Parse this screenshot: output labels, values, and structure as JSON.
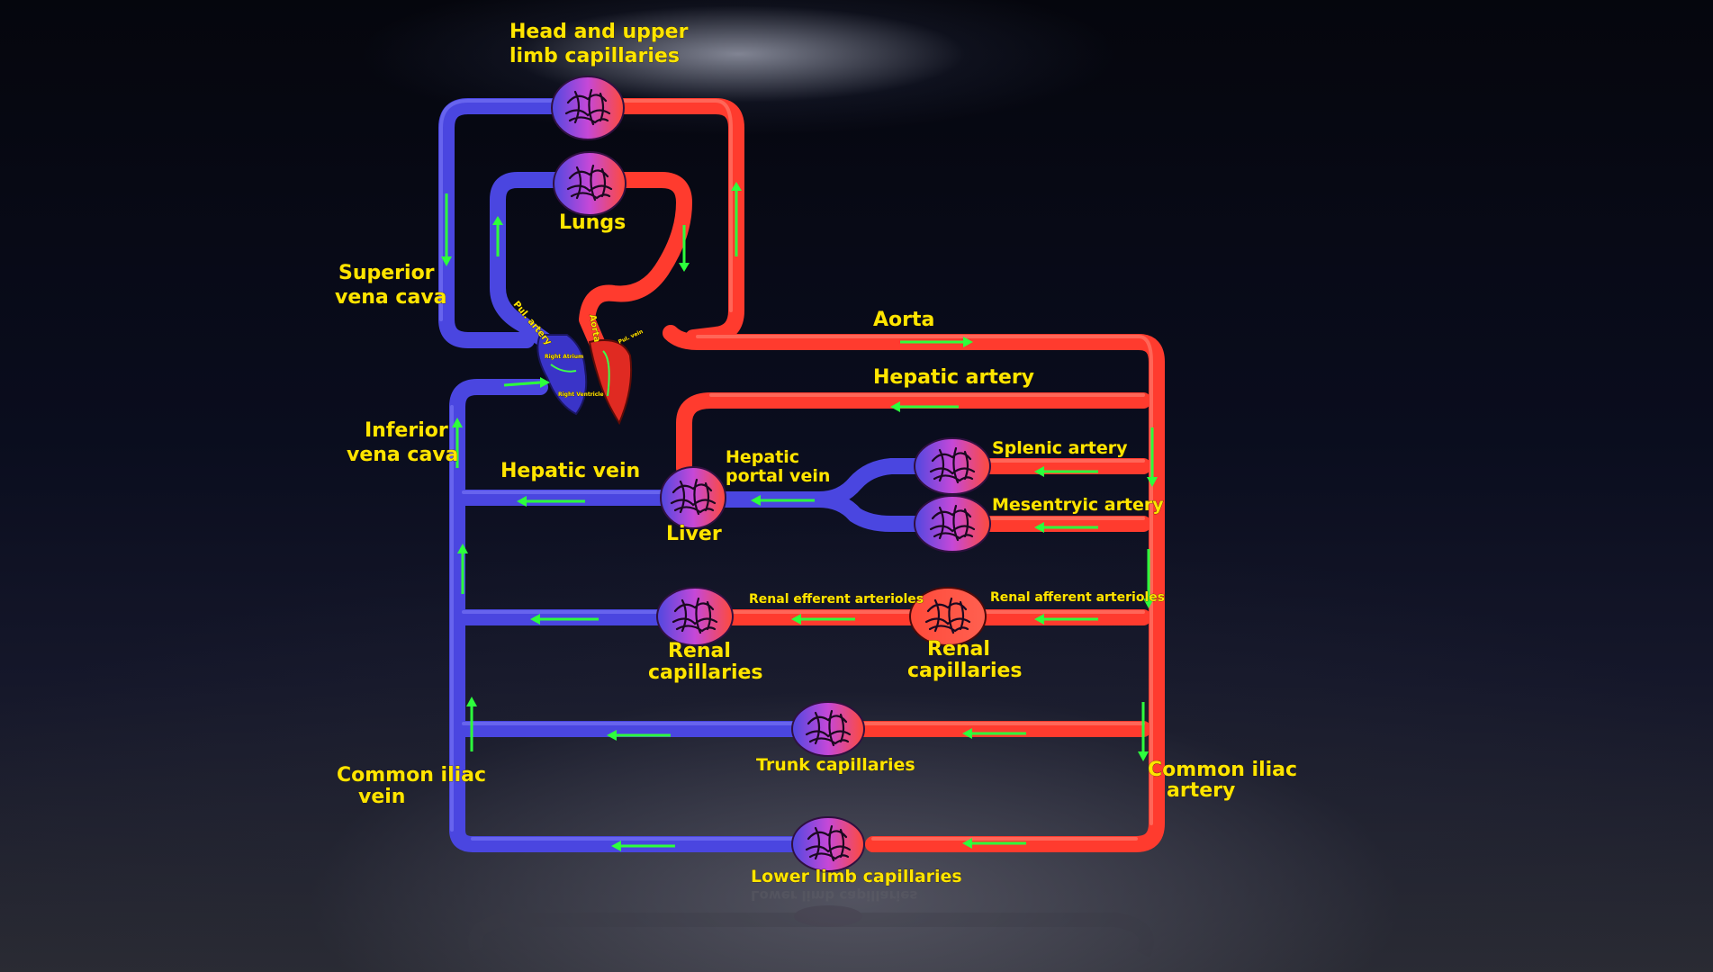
{
  "labels": {
    "head_capillaries_1": "Head and upper",
    "head_capillaries_2": "limb capillaries",
    "lungs": "Lungs",
    "superior_vena_cava_1": "Superior",
    "superior_vena_cava_2": "vena cava",
    "inferior_vena_cava_1": "Inferior",
    "inferior_vena_cava_2": "vena cava",
    "pul_artery": "Pul. artery",
    "aorta_small": "Aorta",
    "pul_vein_small": "Pul. vein",
    "right_atrium": "Right Atrium",
    "right_ventricle": "Right Ventricle",
    "aorta": "Aorta",
    "hepatic_artery": "Hepatic artery",
    "hepatic_vein": "Hepatic vein",
    "hepatic_portal_vein_1": "Hepatic",
    "hepatic_portal_vein_2": "portal vein",
    "liver": "Liver",
    "splenic_artery": "Splenic artery",
    "mesentric_artery": "Mesentryic artery",
    "renal_efferent": "Renal efferent arterioles",
    "renal_afferent": "Renal afferent arterioles",
    "renal_capillaries_left_1": "Renal",
    "renal_capillaries_left_2": "capillaries",
    "renal_capillaries_right_1": "Renal",
    "renal_capillaries_right_2": "capillaries",
    "trunk_capillaries": "Trunk capillaries",
    "common_iliac_vein_1": "Common iliac",
    "common_iliac_vein_2": "vein",
    "common_iliac_artery_1": "Common iliac",
    "common_iliac_artery_2": "artery",
    "lower_limb_capillaries": "Lower limb capillaries"
  },
  "colors": {
    "vein": "#4a46e0",
    "artery": "#ff3b2e",
    "label": "#ffe500",
    "flow_arrow": "#2dff3c",
    "capillary_mix": "#b045d8"
  },
  "icons": {
    "capillary_bed": "capillary-network-icon",
    "flow": "green-arrow-icon",
    "heart": "heart-icon"
  }
}
